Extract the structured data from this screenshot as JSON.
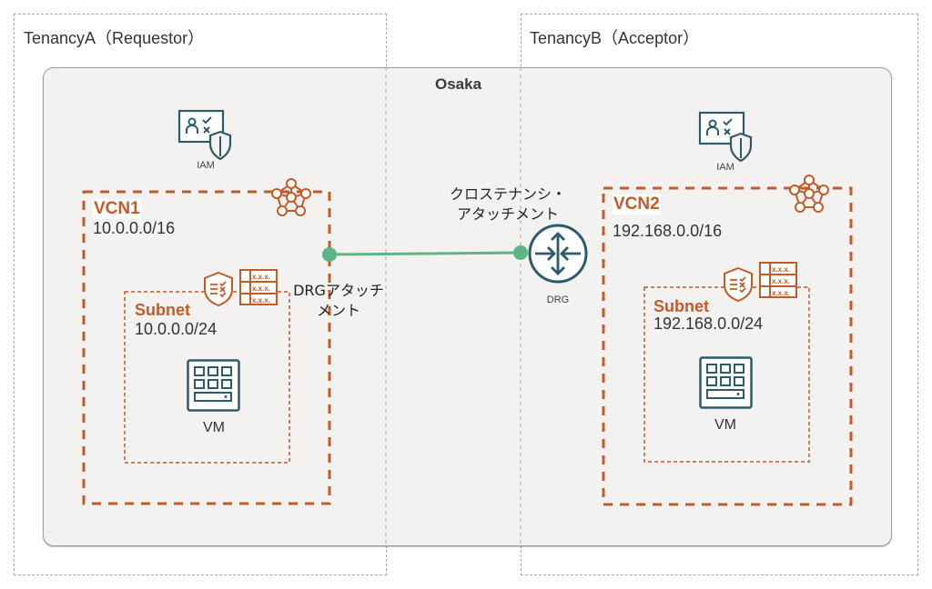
{
  "tenancies": [
    {
      "label": "TenancyA（Requestor）"
    },
    {
      "label": "TenancyB（Acceptor）"
    }
  ],
  "region": {
    "label": "Osaka"
  },
  "left": {
    "iam_label": "IAM",
    "vcn": {
      "name": "VCN1",
      "cidr": "10.0.0.0/16"
    },
    "subnet": {
      "name": "Subnet",
      "cidr": "10.0.0.0/24"
    },
    "route_table_text": "x.x.x.",
    "vm_label": "VM"
  },
  "right": {
    "iam_label": "IAM",
    "vcn": {
      "name": "VCN2",
      "cidr": "192.168.0.0/16"
    },
    "subnet": {
      "name": "Subnet",
      "cidr": "192.168.0.0/24"
    },
    "route_table_text": "x.x.x.",
    "vm_label": "VM",
    "drg_label": "DRG"
  },
  "connection": {
    "drg_attachment_line1": "DRGアタッチ",
    "drg_attachment_line2": "メント",
    "cross_tenancy_line1": "クロステナンシ・",
    "cross_tenancy_line2": "アタッチメント"
  },
  "colors": {
    "oracle_orange": "#c25b2a",
    "icon_teal": "#2e5b6a",
    "link_green": "#5db585",
    "region_bg": "#f4f2f1"
  }
}
